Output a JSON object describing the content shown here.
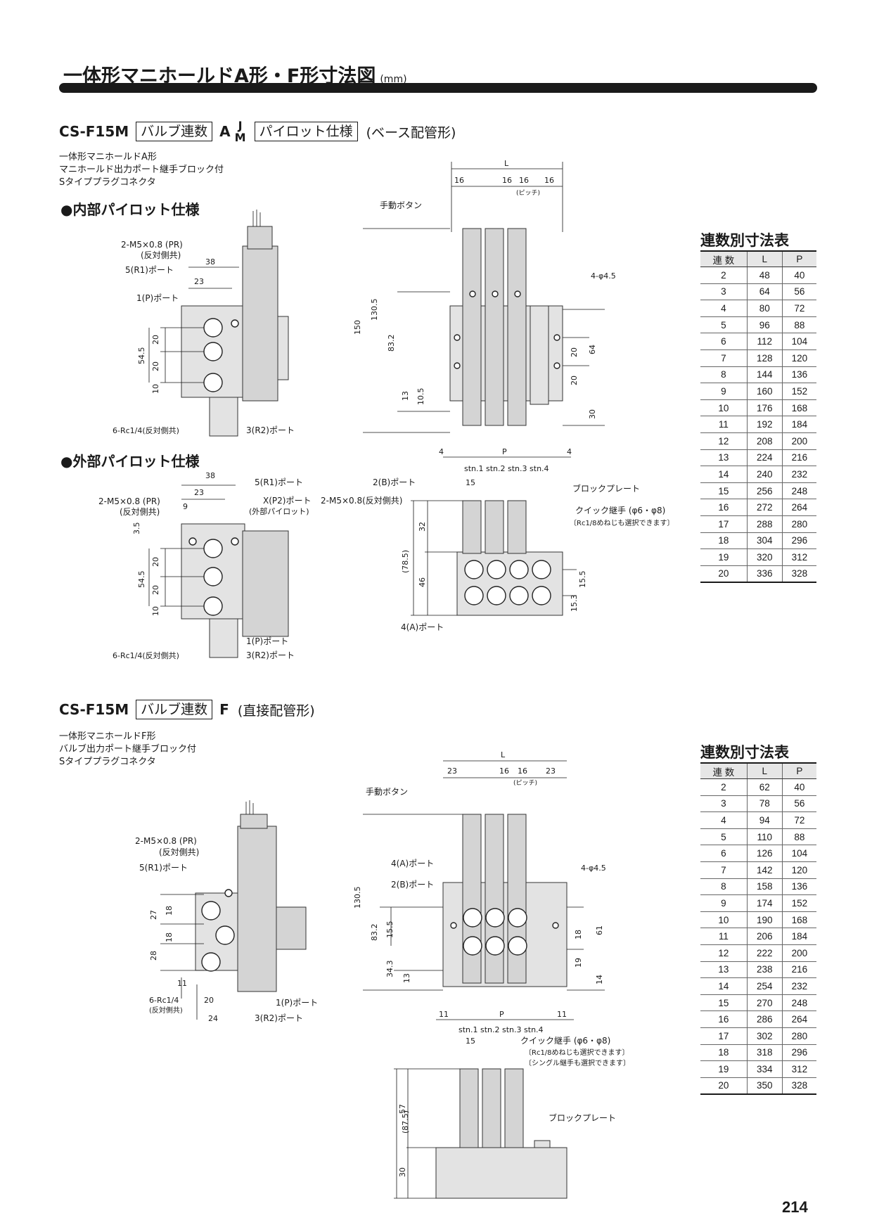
{
  "header": {
    "title": "一体形マニホールドA形・F形寸法図",
    "unit": "(mm)"
  },
  "sectionA": {
    "model": "CS-F15M",
    "box1": "バルブ連数",
    "letter": "A",
    "j": "J",
    "m": "M",
    "box2": "パイロット仕様",
    "suffix": "(ベース配管形)",
    "desc": [
      "一体形マニホールドA形",
      "マニホールド出力ポート継手ブロック付",
      "Sタイププラグコネクタ"
    ],
    "internal": "●内部パイロット仕様",
    "external": "●外部パイロット仕様"
  },
  "sectionF": {
    "model": "CS-F15M",
    "box1": "バルブ連数",
    "letter": "F",
    "suffix": "(直接配管形)",
    "desc": [
      "一体形マニホールドF形",
      "バルブ出力ポート継手ブロック付",
      "Sタイププラグコネクタ"
    ]
  },
  "labels": {
    "m5pr": "2-M5×0.8 (PR)",
    "hantai": "(反対側共)",
    "r1": "5(R1)ポート",
    "p": "1(P)ポート",
    "r2": "3(R2)ポート",
    "rc": "6-Rc1/4(反対側共)",
    "rc1": "6-Rc1/4",
    "rc2": "(反対側共)",
    "x": "X(P2)ポート",
    "extpilot": "(外部パイロット)",
    "m5h": "2-M5×0.8(反対側共)",
    "manual": "手動ボタン",
    "hole": "4-φ4.5",
    "pitch": "(ピッチ)",
    "stn": "stn.1 stn.2 stn.3 stn.4",
    "b": "2(B)ポート",
    "a": "4(A)ポート",
    "plate": "ブロックプレート",
    "quick": "クイック継手 (φ6・φ8)",
    "rc18": "〔Rc1/8めねじも選択できます〕",
    "single": "〔シングル継手も選択できます〕",
    "L": "L",
    "P": "P"
  },
  "dims": {
    "d38": "38",
    "d23": "23",
    "d20": "20",
    "d10": "10",
    "d54": "54.5",
    "d9": "9",
    "d35": "3.5",
    "d16": "16",
    "d150": "150",
    "d130": "130.5",
    "d832": "83.2",
    "d13": "13",
    "d105": "10.5",
    "d64": "64",
    "d30": "30",
    "d4": "4",
    "d15": "15",
    "d32": "32",
    "d785": "(78.5)",
    "d46": "46",
    "d155": "15.5",
    "d153": "15.3",
    "d27": "27",
    "d18": "18",
    "d28": "28",
    "d11": "11",
    "d24": "24",
    "d343": "34.3",
    "d61": "61",
    "d19": "19",
    "d14": "14",
    "d875": "(87.5)",
    "d57": "57"
  },
  "tableA": {
    "title": "連数別寸法表",
    "headers": [
      "連 数",
      "L",
      "P"
    ],
    "rows": [
      [
        "2",
        "48",
        "40"
      ],
      [
        "3",
        "64",
        "56"
      ],
      [
        "4",
        "80",
        "72"
      ],
      [
        "5",
        "96",
        "88"
      ],
      [
        "6",
        "112",
        "104"
      ],
      [
        "7",
        "128",
        "120"
      ],
      [
        "8",
        "144",
        "136"
      ],
      [
        "9",
        "160",
        "152"
      ],
      [
        "10",
        "176",
        "168"
      ],
      [
        "11",
        "192",
        "184"
      ],
      [
        "12",
        "208",
        "200"
      ],
      [
        "13",
        "224",
        "216"
      ],
      [
        "14",
        "240",
        "232"
      ],
      [
        "15",
        "256",
        "248"
      ],
      [
        "16",
        "272",
        "264"
      ],
      [
        "17",
        "288",
        "280"
      ],
      [
        "18",
        "304",
        "296"
      ],
      [
        "19",
        "320",
        "312"
      ],
      [
        "20",
        "336",
        "328"
      ]
    ]
  },
  "tableF": {
    "title": "連数別寸法表",
    "headers": [
      "連 数",
      "L",
      "P"
    ],
    "rows": [
      [
        "2",
        "62",
        "40"
      ],
      [
        "3",
        "78",
        "56"
      ],
      [
        "4",
        "94",
        "72"
      ],
      [
        "5",
        "110",
        "88"
      ],
      [
        "6",
        "126",
        "104"
      ],
      [
        "7",
        "142",
        "120"
      ],
      [
        "8",
        "158",
        "136"
      ],
      [
        "9",
        "174",
        "152"
      ],
      [
        "10",
        "190",
        "168"
      ],
      [
        "11",
        "206",
        "184"
      ],
      [
        "12",
        "222",
        "200"
      ],
      [
        "13",
        "238",
        "216"
      ],
      [
        "14",
        "254",
        "232"
      ],
      [
        "15",
        "270",
        "248"
      ],
      [
        "16",
        "286",
        "264"
      ],
      [
        "17",
        "302",
        "280"
      ],
      [
        "18",
        "318",
        "296"
      ],
      [
        "19",
        "334",
        "312"
      ],
      [
        "20",
        "350",
        "328"
      ]
    ]
  },
  "page_number": "214"
}
